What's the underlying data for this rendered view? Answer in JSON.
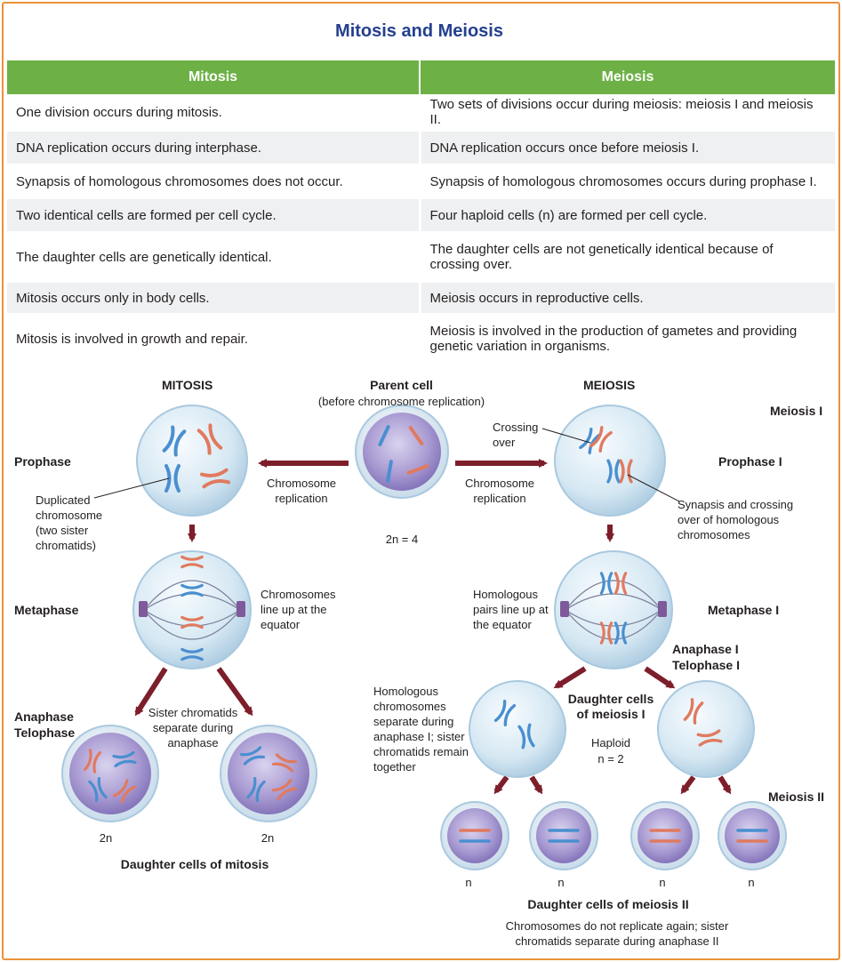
{
  "title": "Mitosis and Meiosis",
  "table": {
    "headers": [
      "Mitosis",
      "Meiosis"
    ],
    "rows": [
      {
        "mitosis": "One division occurs during mitosis.",
        "meiosis": "Two sets of divisions occur during meiosis: meiosis I and meiosis II."
      },
      {
        "mitosis": "DNA replication occurs during interphase.",
        "meiosis": "DNA replication occurs once before meiosis I."
      },
      {
        "mitosis": "Synapsis of homologous chromosomes does not occur.",
        "meiosis": "Synapsis of homologous chromosomes occurs during prophase I."
      },
      {
        "mitosis": "Two identical cells are formed per cell cycle.",
        "meiosis": "Four haploid cells (n) are formed per cell cycle."
      },
      {
        "mitosis": "The daughter cells are genetically identical.",
        "meiosis": "The daughter cells are not genetically identical because of crossing over."
      },
      {
        "mitosis": "Mitosis occurs only in body cells.",
        "meiosis": "Meiosis occurs in reproductive cells."
      },
      {
        "mitosis": "Mitosis is involved in growth and repair.",
        "meiosis": "Meiosis is involved in the production of gametes and providing genetic variation in organisms."
      }
    ]
  },
  "diagram": {
    "mitosis_heading": "MITOSIS",
    "meiosis_heading": "MEIOSIS",
    "parent_cell": "Parent cell",
    "parent_cell_note": "(before chromosome replication)",
    "meiosis_1": "Meiosis I",
    "meiosis_2": "Meiosis II",
    "prophase": "Prophase",
    "prophase_1": "Prophase I",
    "metaphase": "Metaphase",
    "metaphase_1": "Metaphase I",
    "anaphase_telophase_1": "Anaphase",
    "anaphase_telophase_2": "Telophase",
    "anaphase_1": "Anaphase I",
    "telophase_1": "Telophase I",
    "chromosome_replication": "Chromosome replication",
    "parent_ploidy": "2n = 4",
    "duplicated_chromosome": "Duplicated chromosome (two sister chromatids)",
    "crossing_over": "Crossing over",
    "synapsis": "Synapsis and crossing over of homologous chromosomes",
    "chromosomes_line_up": "Chromosomes line up at the equator",
    "homologous_pairs_line_up": "Homologous pairs line up at the equator",
    "sister_chromatids_separate": "Sister chromatids separate during anaphase",
    "homologous_separate": "Homologous chromosomes separate during anaphase I; sister chromatids remain together",
    "daughter_cells_meiosis_1": "Daughter cells of meiosis I",
    "haploid": "Haploid",
    "haploid_n": "n = 2",
    "mitosis_daughter_ploidy": "2n",
    "meiosis_daughter_ploidy": "n",
    "daughter_cells_mitosis": "Daughter cells of mitosis",
    "daughter_cells_meiosis_2": "Daughter cells of meiosis II",
    "meiosis_2_note": "Chromosomes do not replicate again; sister chromatids separate during anaphase II"
  },
  "colors": {
    "title": "#24408e",
    "header_green": "#6db146",
    "border_orange": "#e8923a",
    "arrow": "#7d1e2b",
    "chromosome_blue": "#4a8fd0",
    "chromosome_red": "#e07a5f",
    "cell_purple": "#9b8cc7"
  }
}
